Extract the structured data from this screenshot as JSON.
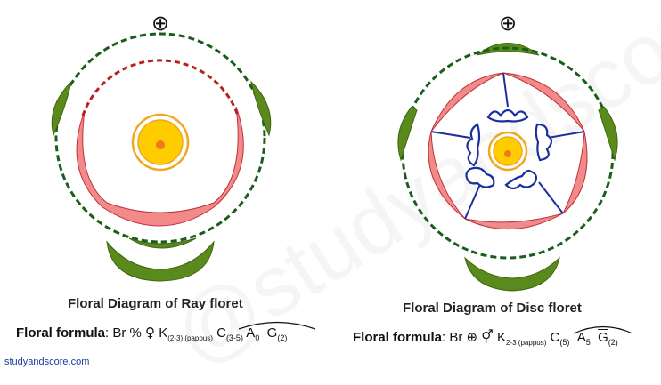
{
  "symbols": {
    "actinomorphic": "⊕"
  },
  "ray": {
    "title": "Floral Diagram of Ray floret",
    "formula": {
      "label": "Floral formula",
      "br": "Br",
      "zygo": "%",
      "sex": "♀",
      "k": "K",
      "k_sub": "(2-3) (pappus)",
      "c": "C",
      "c_sub": "(3-5)",
      "a": "A",
      "a_sub": "0",
      "g": "G",
      "g_sub": "(2)"
    }
  },
  "disc": {
    "title": "Floral Diagram of Disc floret",
    "formula": {
      "label": "Floral formula",
      "br": "Br",
      "acti": "⊕",
      "sex": "⚥",
      "k": "K",
      "k_sub": "2-3 (pappus)",
      "c": "C",
      "c_sub": "(5)",
      "a": "A",
      "a_sub": "5",
      "g": "G",
      "g_sub": "(2)"
    }
  },
  "site": "studyandscore.com",
  "colors": {
    "bract": "#5a8a1c",
    "calyx_dash": "#1b5e1b",
    "corolla": "#f28a8a",
    "corolla_edge": "#c0303a",
    "stamen": "#1a2e9c",
    "ovary_ring": "#f0a820",
    "ovary_fill": "#ffcc00",
    "ovule": "#f07a1a"
  }
}
